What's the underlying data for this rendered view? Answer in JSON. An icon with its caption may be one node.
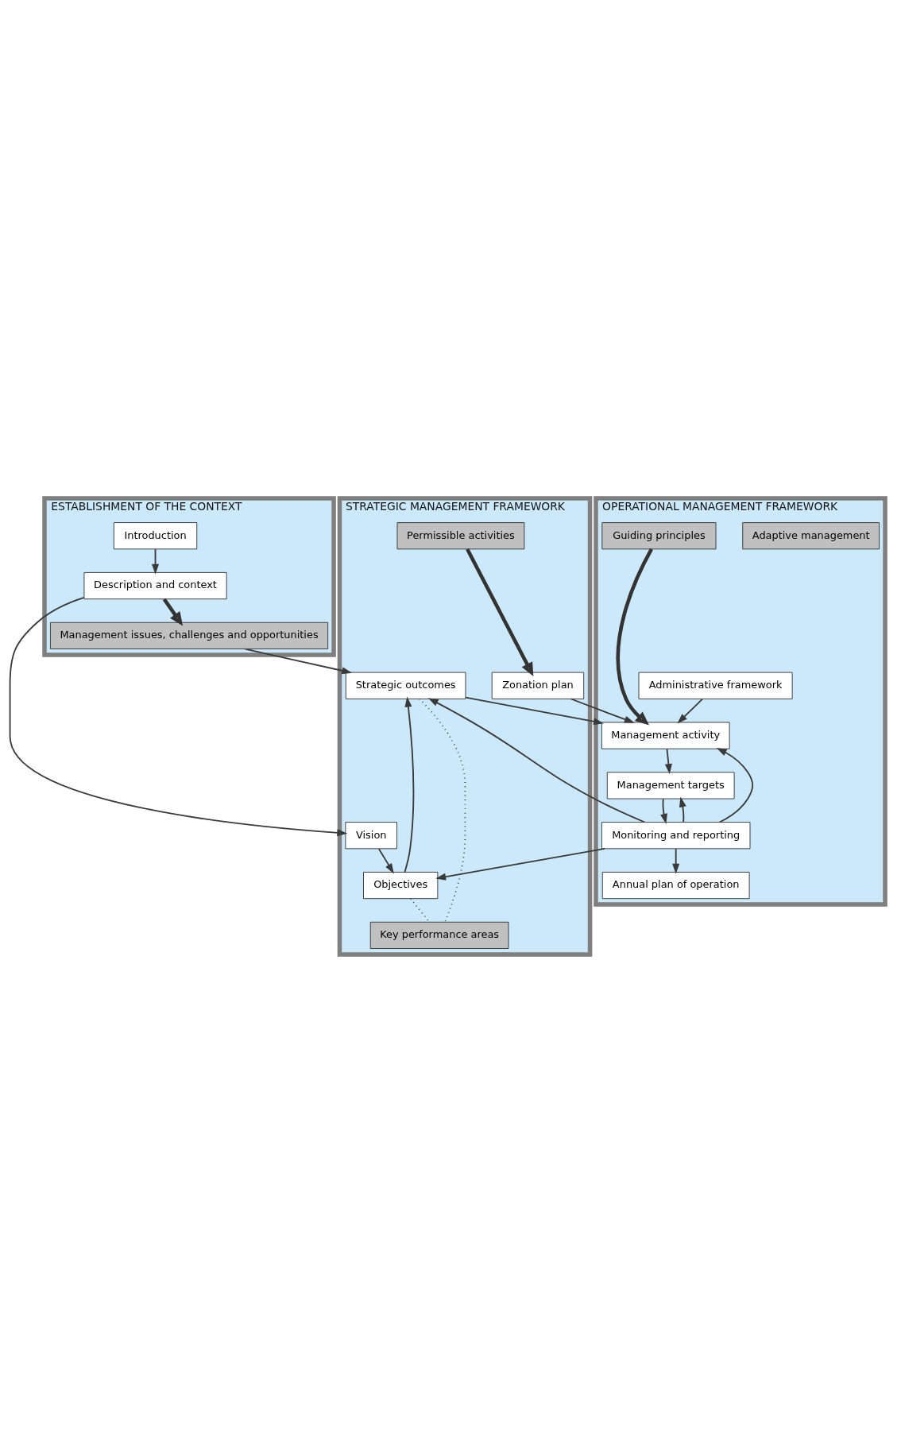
{
  "diagram": {
    "nodes": [
      {
        "text": [
          "ESTABLISHMENT OF THE CONTEXT"
        ]
      },
      {
        "text": [
          "Introduction"
        ],
        "in": 0
      },
      {
        "text": [
          "Description and context"
        ],
        "in": 0
      },
      {
        "text": [
          "Management issues, challenges and opportunities"
        ],
        "in": 0
      },
      {
        "text": [
          "STRATEGIC MANAGEMENT FRAMEWORK"
        ]
      },
      {
        "text": [
          "Vision"
        ],
        "in": 4
      },
      {
        "text": [
          "Objectives"
        ],
        "in": 4
      },
      {
        "text": [
          "Strategic outcomes"
        ],
        "in": 4
      },
      {
        "text": [
          "Key performance areas"
        ],
        "in": 4
      },
      {
        "text": [
          "Zonation plan"
        ],
        "in": 4
      },
      {
        "text": [
          "Permissible activities"
        ],
        "in": 4
      },
      {
        "text": [
          "OPERATIONAL MANAGEMENT FRAMEWORK"
        ]
      },
      {
        "text": [
          "Adaptive management"
        ],
        "in": 11
      },
      {
        "text": [
          "Administrative framework"
        ],
        "in": 11
      },
      {
        "text": [
          "Management activity"
        ],
        "in": 11
      },
      {
        "text": [
          "Guiding principles"
        ],
        "in": 11
      },
      {
        "text": [
          "Management targets"
        ],
        "in": 11
      },
      {
        "text": [
          "Monitoring and reporting"
        ],
        "in": 11
      },
      {
        "text": [
          "Annual plan of operation"
        ],
        "in": 11
      }
    ],
    "edges": [
      {
        "from": 1,
        "to": 2,
        "arrow": "to"
      },
      {
        "from": 2,
        "to": 3,
        "arrow": "to",
        "style": "thick"
      },
      {
        "from": 2,
        "to": 5,
        "arrow": "to"
      },
      {
        "from": 3,
        "to": 7,
        "arrow": "to"
      },
      {
        "from": 5,
        "to": 6,
        "arrow": "to"
      },
      {
        "from": 6,
        "to": 7,
        "arrow": "to"
      },
      {
        "from": 6,
        "to": 8,
        "arrow": "none",
        "style": "dashed"
      },
      {
        "from": 7,
        "to": 8,
        "arrow": "none",
        "style": "dashed"
      },
      {
        "from": 10,
        "to": 9,
        "arrow": "to",
        "style": "thick"
      },
      {
        "from": 7,
        "to": 14,
        "arrow": "to"
      },
      {
        "from": 9,
        "to": 14,
        "arrow": "to"
      },
      {
        "from": 13,
        "to": 14,
        "arrow": "to"
      },
      {
        "from": 15,
        "to": 14,
        "arrow": "to",
        "style": "thick"
      },
      {
        "from": 14,
        "to": 16,
        "arrow": "to"
      },
      {
        "from": 16,
        "to": 17,
        "arrow": "to"
      },
      {
        "from": 17,
        "to": 18,
        "arrow": "to"
      },
      {
        "from": 17,
        "to": 6,
        "arrow": "to"
      },
      {
        "from": 17,
        "to": 7,
        "arrow": "to"
      },
      {
        "from": 17,
        "to": 14,
        "arrow": "to"
      },
      {
        "from": 17,
        "to": 16,
        "arrow": "to"
      }
    ]
  }
}
